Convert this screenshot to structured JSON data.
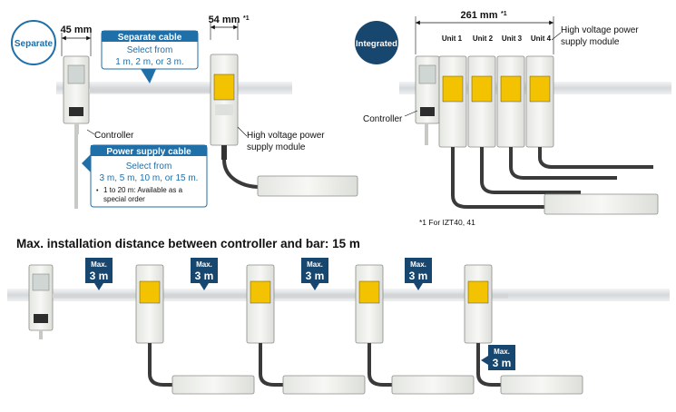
{
  "separate": {
    "badge": "Separate",
    "width_dim": "45 mm",
    "module_dim": "54 mm",
    "module_dim_note": "*1",
    "separate_cable": {
      "title": "Separate cable",
      "line1": "Select from",
      "line2": "1 m, 2 m, or 3 m."
    },
    "controller_label": "Controller",
    "power_cable": {
      "title": "Power supply cable",
      "line1": "Select from",
      "line2": "3 m, 5 m, 10 m, or 15 m.",
      "note1": "1 to 20 m: Available as a",
      "note2": "special order"
    },
    "module_label_1": "High voltage power",
    "module_label_2": "supply module"
  },
  "integrated": {
    "badge": "Integrated",
    "width_dim": "261 mm",
    "width_dim_note": "*1",
    "units": [
      "Unit 1",
      "Unit 2",
      "Unit 3",
      "Unit 4"
    ],
    "module_label_1": "High voltage power",
    "module_label_2": "supply module",
    "controller_label": "Controller",
    "footnote": "*1  For IZT40, 41"
  },
  "distance": {
    "heading": "Max. installation distance between controller and bar: 15 m",
    "tag_top": "Max.",
    "tag_value": "3 m"
  },
  "colors": {
    "brand_blue": "#1f6fa8",
    "dark_navy": "#17466e",
    "cable_dark": "#3a3a3a",
    "device_body": "#eef0ec",
    "rail": "#d9dcdf",
    "label_yellow": "#f3c200"
  }
}
